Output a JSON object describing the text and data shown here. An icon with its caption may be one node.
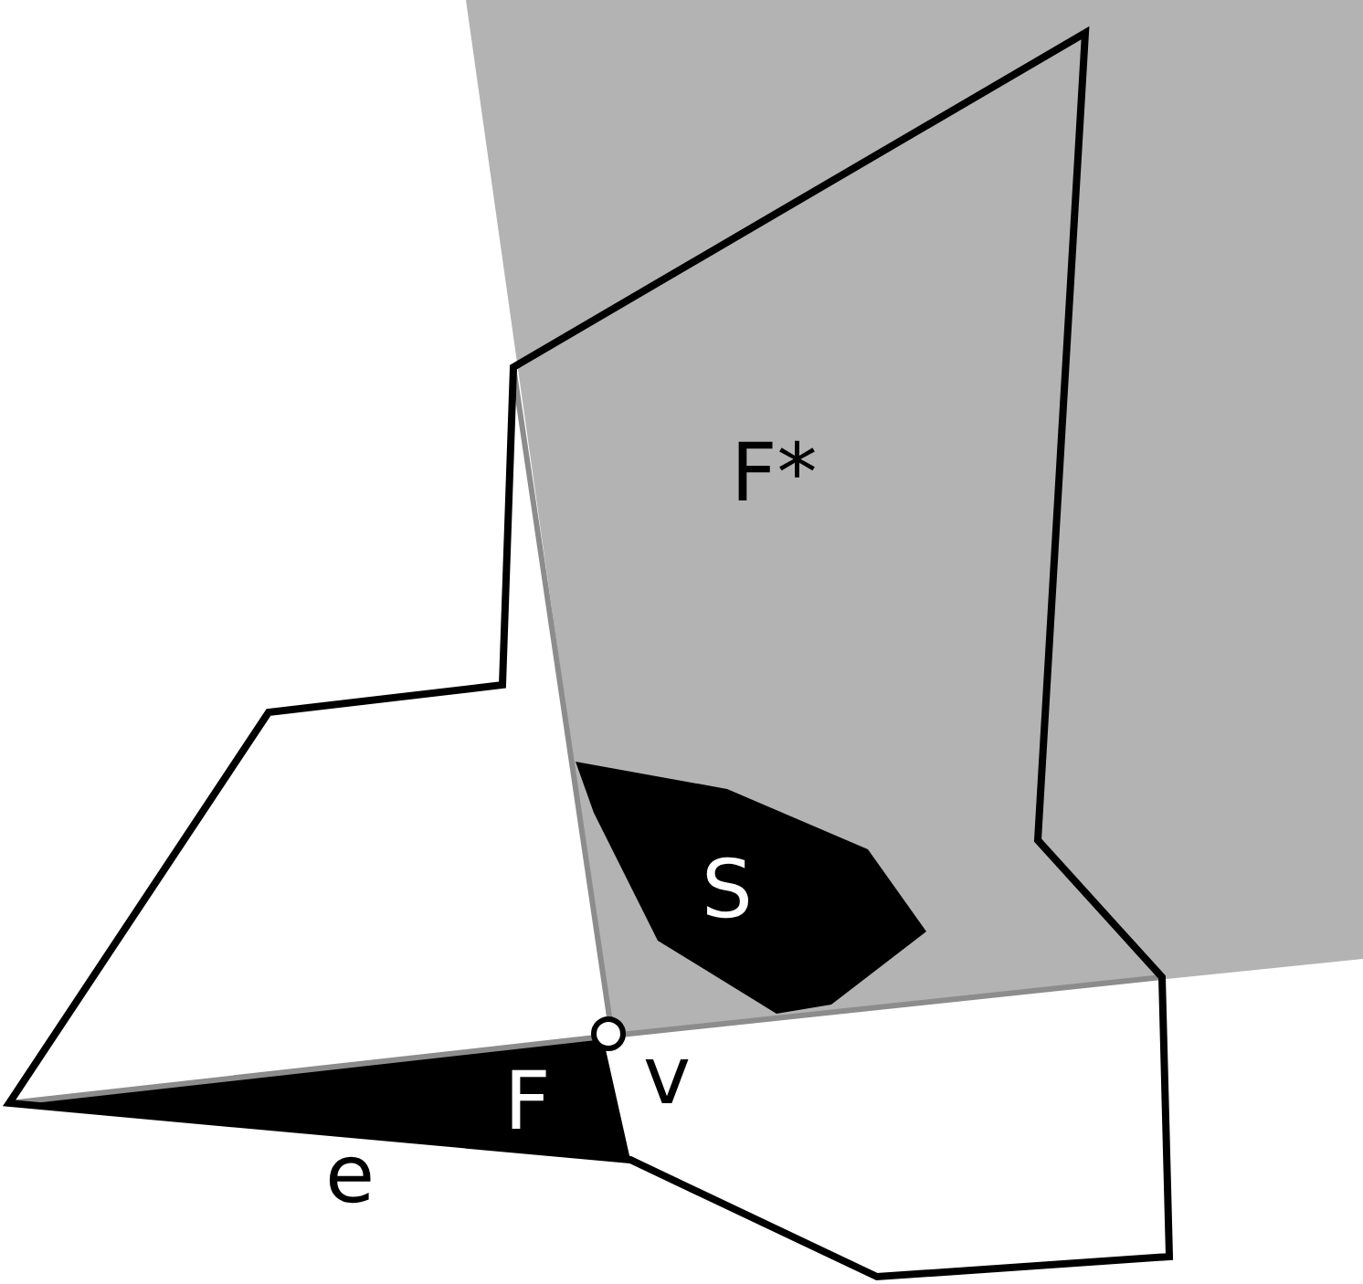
{
  "diagram": {
    "nodes": [
      {
        "text": [
          "F*"
        ]
      },
      {
        "text": [
          "S"
        ],
        "in": 0
      },
      {
        "text": [
          "F"
        ]
      }
    ],
    "labels": [
      "v",
      "e"
    ]
  }
}
